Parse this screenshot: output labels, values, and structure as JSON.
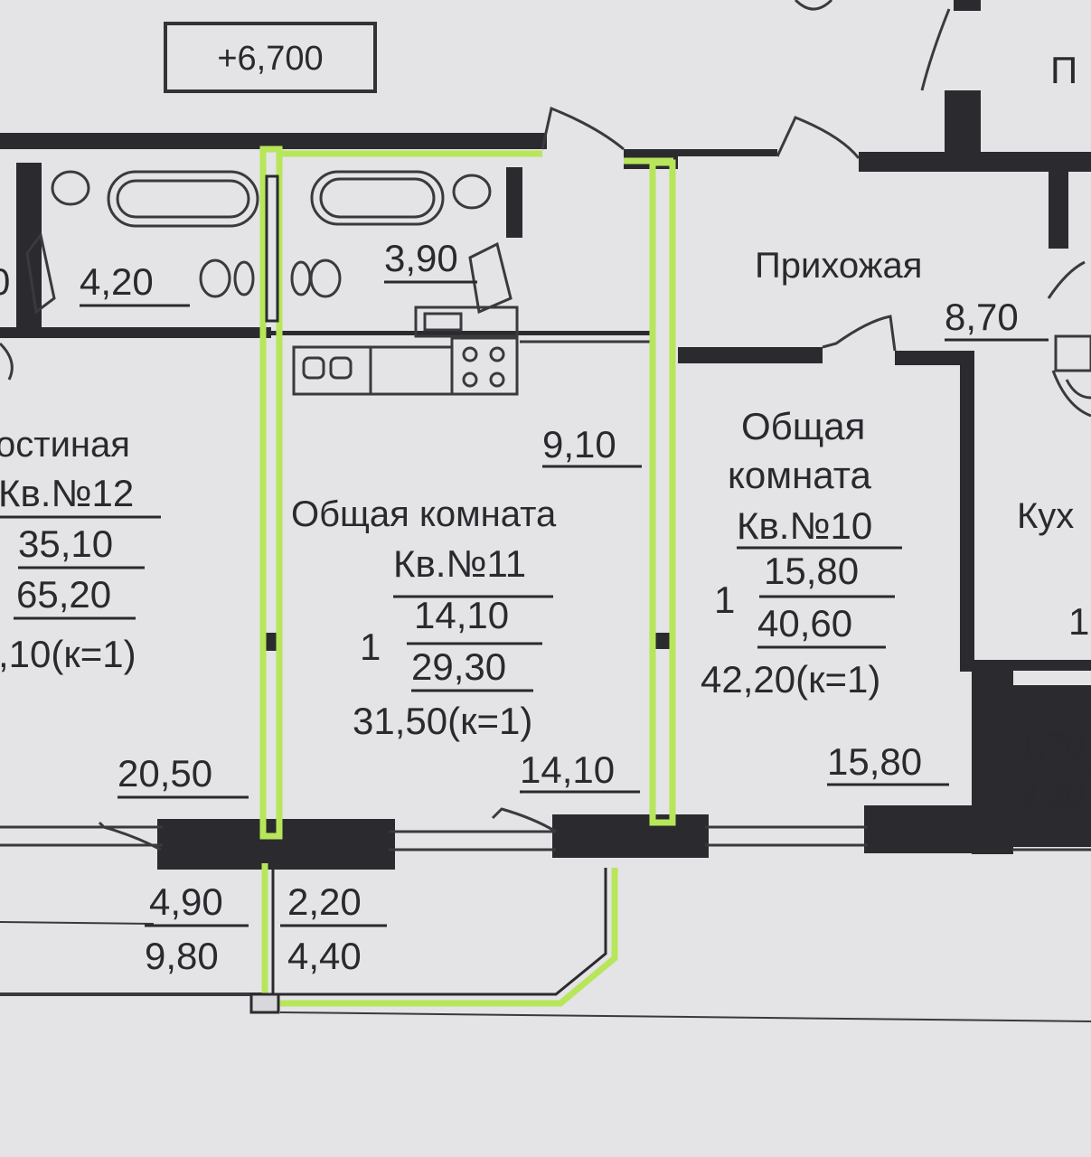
{
  "level_mark": "+6,700",
  "rooms": {
    "apt12_bath": "4,20",
    "apt12_partial": "0",
    "apt11_bath": "3,90",
    "apt12_room": "остиная",
    "apt12_no": "Кв.№12",
    "apt12_a": "35,10",
    "apt12_b": "65,20",
    "apt12_c": ",10(к=1)",
    "apt12_area": "20,50",
    "apt11_kitchen": "9,10",
    "apt11_room": "Общая комната",
    "apt11_no": "Кв.№11",
    "apt11_rooms": "1",
    "apt11_a": "14,10",
    "apt11_b": "29,30",
    "apt11_c": "31,50(к=1)",
    "apt11_area": "14,10",
    "hall": "Прихожая",
    "hall_area": "8,70",
    "apt10_room1": "Общая",
    "apt10_room2": "комната",
    "apt10_no": "Кв.№10",
    "apt10_rooms": "1",
    "apt10_a": "15,80",
    "apt10_b": "40,60",
    "apt10_c": "42,20(к=1)",
    "apt10_area": "15,80",
    "kitchen_partial": "Кух",
    "partial_num": "1(",
    "right_top_partial": "П",
    "balcony_r1": "1,70",
    "balcony_r2": "3,30",
    "balcony12_a": "4,90",
    "balcony12_b": "9,80",
    "balcony11_a": "2,20",
    "balcony11_b": "4,40"
  }
}
